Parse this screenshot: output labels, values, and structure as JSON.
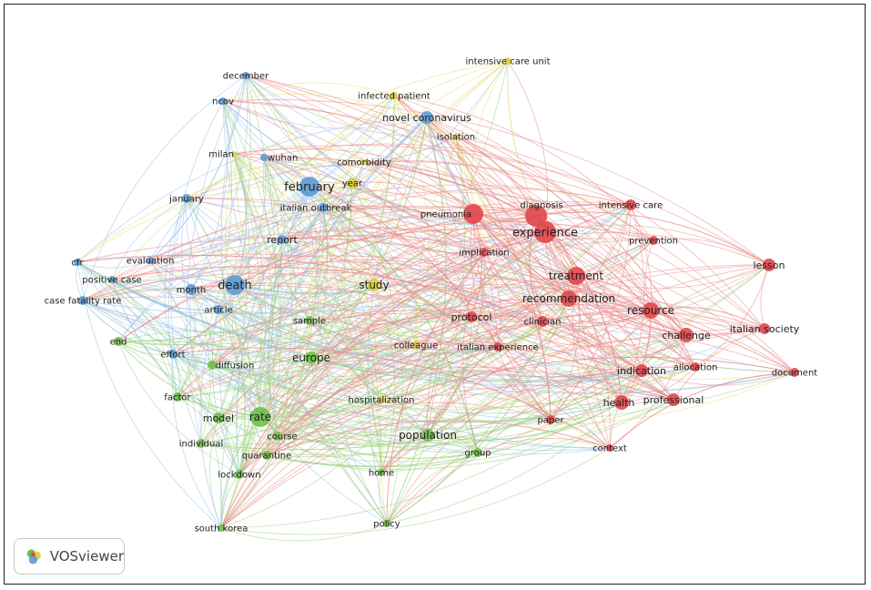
{
  "app": {
    "name": "VOSviewer"
  },
  "clusters": {
    "red": {
      "color": "#e0474c",
      "edge": "#ea8a8c"
    },
    "green": {
      "color": "#6fbf4a",
      "edge": "#9fd47f"
    },
    "blue": {
      "color": "#5b9bd5",
      "edge": "#98bfe8"
    },
    "yellow": {
      "color": "#d9cf3a",
      "edge": "#e6dd7a"
    }
  },
  "nodes": [
    {
      "label": "december",
      "cluster": "blue"
    },
    {
      "label": "ncov",
      "cluster": "blue"
    },
    {
      "label": "milan",
      "cluster": "yellow"
    },
    {
      "label": "wuhan",
      "cluster": "blue"
    },
    {
      "label": "february",
      "cluster": "blue"
    },
    {
      "label": "january",
      "cluster": "blue"
    },
    {
      "label": "italian outbreak",
      "cluster": "blue"
    },
    {
      "label": "report",
      "cluster": "blue"
    },
    {
      "label": "cfr",
      "cluster": "blue"
    },
    {
      "label": "evaluation",
      "cluster": "blue"
    },
    {
      "label": "positive case",
      "cluster": "blue"
    },
    {
      "label": "month",
      "cluster": "blue"
    },
    {
      "label": "death",
      "cluster": "blue"
    },
    {
      "label": "case fatality rate",
      "cluster": "blue"
    },
    {
      "label": "article",
      "cluster": "blue"
    },
    {
      "label": "novel coronavirus",
      "cluster": "blue"
    },
    {
      "label": "intensive care unit",
      "cluster": "yellow"
    },
    {
      "label": "infected patient",
      "cluster": "yellow"
    },
    {
      "label": "isolation",
      "cluster": "yellow"
    },
    {
      "label": "comorbidity",
      "cluster": "yellow"
    },
    {
      "label": "year",
      "cluster": "yellow"
    },
    {
      "label": "study",
      "cluster": "yellow"
    },
    {
      "label": "colleague",
      "cluster": "yellow"
    },
    {
      "label": "hospitalization",
      "cluster": "yellow"
    },
    {
      "label": "end",
      "cluster": "green"
    },
    {
      "label": "effort",
      "cluster": "blue"
    },
    {
      "label": "sample",
      "cluster": "green"
    },
    {
      "label": "europe",
      "cluster": "green"
    },
    {
      "label": "diffusion",
      "cluster": "green"
    },
    {
      "label": "factor",
      "cluster": "green"
    },
    {
      "label": "model",
      "cluster": "green"
    },
    {
      "label": "rate",
      "cluster": "green"
    },
    {
      "label": "course",
      "cluster": "green"
    },
    {
      "label": "individual",
      "cluster": "green"
    },
    {
      "label": "quarantine",
      "cluster": "green"
    },
    {
      "label": "lockdown",
      "cluster": "green"
    },
    {
      "label": "population",
      "cluster": "green"
    },
    {
      "label": "group",
      "cluster": "green"
    },
    {
      "label": "home",
      "cluster": "green"
    },
    {
      "label": "south korea",
      "cluster": "green"
    },
    {
      "label": "policy",
      "cluster": "green"
    },
    {
      "label": "pneumonia",
      "cluster": "red"
    },
    {
      "label": "diagnosis",
      "cluster": "red"
    },
    {
      "label": "experience",
      "cluster": "red"
    },
    {
      "label": "implication",
      "cluster": "red"
    },
    {
      "label": "intensive care",
      "cluster": "red"
    },
    {
      "label": "prevention",
      "cluster": "red"
    },
    {
      "label": "treatment",
      "cluster": "red"
    },
    {
      "label": "recommendation",
      "cluster": "red"
    },
    {
      "label": "lesson",
      "cluster": "red"
    },
    {
      "label": "protocol",
      "cluster": "red"
    },
    {
      "label": "clinician",
      "cluster": "red"
    },
    {
      "label": "resource",
      "cluster": "red"
    },
    {
      "label": "italian society",
      "cluster": "red"
    },
    {
      "label": "challenge",
      "cluster": "red"
    },
    {
      "label": "italian experience",
      "cluster": "red"
    },
    {
      "label": "allocation",
      "cluster": "red"
    },
    {
      "label": "indication",
      "cluster": "red"
    },
    {
      "label": "document",
      "cluster": "red"
    },
    {
      "label": "professional",
      "cluster": "red"
    },
    {
      "label": "health",
      "cluster": "red"
    },
    {
      "label": "paper",
      "cluster": "red"
    },
    {
      "label": "context",
      "cluster": "red"
    }
  ]
}
